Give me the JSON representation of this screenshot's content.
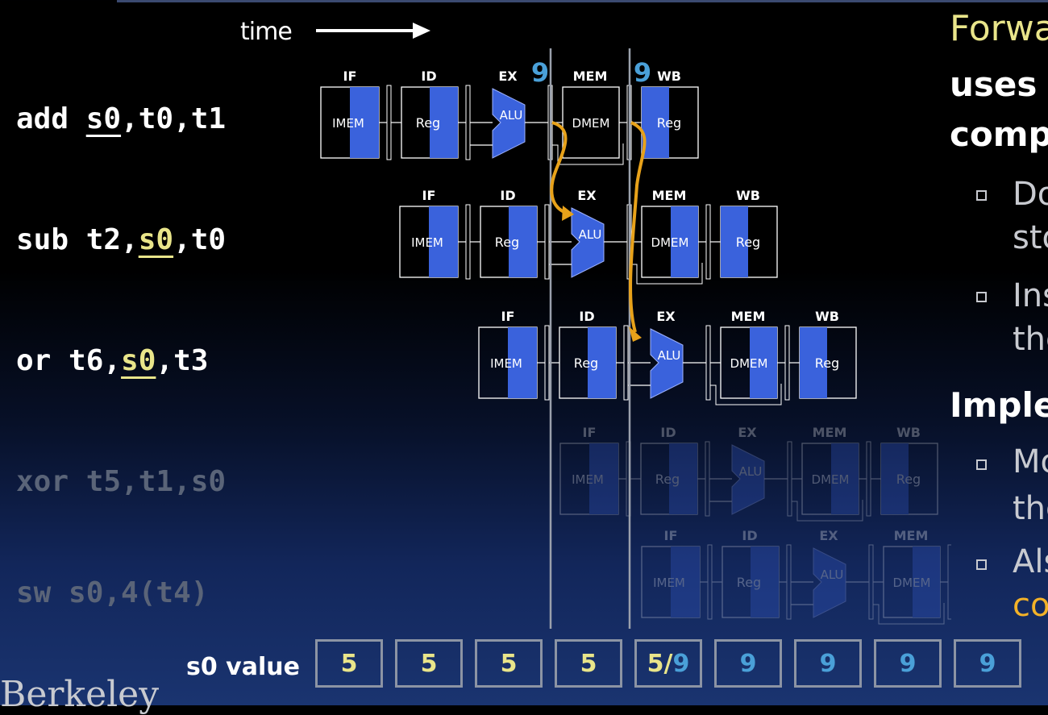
{
  "time_label": "time",
  "instructions": [
    {
      "pre": "add ",
      "hl": "s0",
      "post": ",t0,t1",
      "style": "white"
    },
    {
      "pre": "sub t2,",
      "hl": "s0",
      "post": ",t0",
      "style": "yellow"
    },
    {
      "pre": "or t6,",
      "hl": "s0",
      "post": ",t3",
      "style": "yellow"
    },
    {
      "text": "xor t5,t1,s0"
    },
    {
      "text": "sw s0,4(t4)"
    }
  ],
  "stages": [
    "IF",
    "ID",
    "EX",
    "MEM",
    "WB"
  ],
  "units": {
    "imem": "IMEM",
    "reg": "Reg",
    "alu": "ALU",
    "dmem": "DMEM"
  },
  "forward_value": "9",
  "right_panel": {
    "title": "Forwa",
    "line1": "uses",
    "line2": "comp",
    "bullets": [
      "Do",
      "sto",
      "Ins",
      "the"
    ],
    "heading2": "Imple",
    "bullets2": [
      "Mo",
      "the",
      "Als",
      "co"
    ]
  },
  "s0_label": "s0 value",
  "s0_values": [
    {
      "text": "5",
      "color": "yellow"
    },
    {
      "text": "5",
      "color": "yellow"
    },
    {
      "text": "5",
      "color": "yellow"
    },
    {
      "text": "5",
      "color": "yellow"
    },
    {
      "text": "5/",
      "text2": "9",
      "color": "mixed"
    },
    {
      "text": "9",
      "color": "blue"
    },
    {
      "text": "9",
      "color": "blue"
    },
    {
      "text": "9",
      "color": "blue"
    },
    {
      "text": "9",
      "color": "blue"
    }
  ],
  "logo": "Berkeley",
  "colors": {
    "accent_yellow": "#e9e58a",
    "blue_fill": "#3a62dc",
    "value_blue": "#4aa0d8",
    "forward_arrow": "#e8a21a"
  }
}
